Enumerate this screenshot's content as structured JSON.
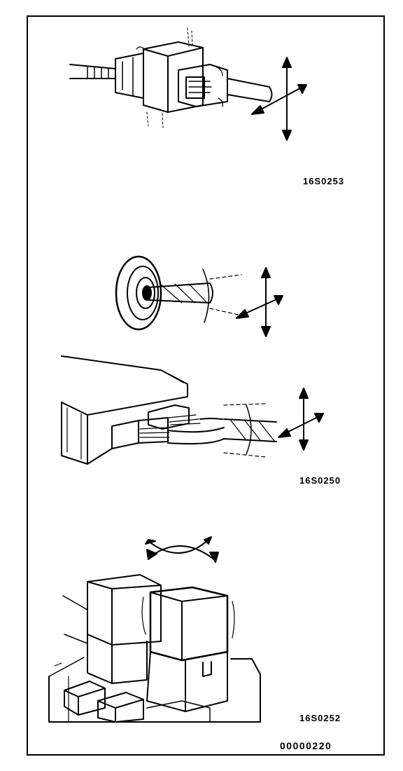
{
  "figures": [
    {
      "id": "connector-inline",
      "label": "16S0253"
    },
    {
      "id": "grommet-and-ecu",
      "label": "16S0250"
    },
    {
      "id": "relay-box",
      "label": "16S0252"
    }
  ],
  "document": {
    "code": "00000220"
  },
  "colors": {
    "ink": "#000000",
    "paper": "#ffffff"
  }
}
